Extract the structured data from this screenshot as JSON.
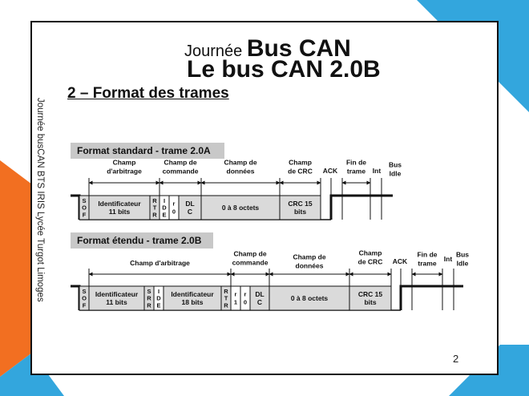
{
  "title": {
    "prefix": "Journée",
    "main": "Bus CAN",
    "subtitle": "Le bus CAN 2.0B"
  },
  "section_title": "2 – Format des trames",
  "sidebar_text": "Journée busCAN BTS IRIS Lycée Turgot Limoges",
  "page_number": "2",
  "colors": {
    "corner_blue": "#33a6dd",
    "corner_orange": "#f26f21",
    "field_fill": "#dadada",
    "label_fill": "#c8c8c8"
  },
  "diagram": {
    "standard": {
      "label": "Format standard - trame 2.0A",
      "groups": {
        "arbitrage": [
          "Champ",
          "d'arbitrage"
        ],
        "commande": [
          "Champ de",
          "commande"
        ],
        "donnees": [
          "Champ de",
          "données"
        ],
        "crc": [
          "Champ",
          "de CRC"
        ],
        "ack": [
          "ACK"
        ],
        "fin": [
          "Fin de",
          "trame"
        ],
        "int": [
          "Int"
        ],
        "idle": [
          "Bus",
          "Idle"
        ]
      },
      "fields": {
        "sof": "SOF",
        "identificateur": [
          "Identificateur",
          "11 bits"
        ],
        "rtr": "RTR",
        "ide": "IDE",
        "r0": [
          "r",
          "0"
        ],
        "dlc": [
          "DL",
          "C"
        ],
        "data": "0 à 8 octets",
        "crc": [
          "CRC 15",
          "bits"
        ]
      }
    },
    "extended": {
      "label": "Format étendu - trame 2.0B",
      "groups": {
        "arbitrage": [
          "Champ d'arbitrage"
        ],
        "commande": [
          "Champ de",
          "commande"
        ],
        "donnees": [
          "Champ de",
          "données"
        ],
        "crc": [
          "Champ",
          "de CRC"
        ],
        "ack": [
          "ACK"
        ],
        "fin": [
          "Fin de",
          "trame"
        ],
        "int": [
          "Int"
        ],
        "idle": [
          "Bus",
          "Idle"
        ]
      },
      "fields": {
        "sof": "SOF",
        "ident_base": [
          "Identificateur",
          "11 bits"
        ],
        "srr": "SRR",
        "ide": "IDE",
        "ident_ext": [
          "Identificateur",
          "18 bits"
        ],
        "rtr": "RTR",
        "r1": [
          "r",
          "1"
        ],
        "r0": [
          "r",
          "0"
        ],
        "dlc": [
          "DL",
          "C"
        ],
        "data": "0 à 8 octets",
        "crc": [
          "CRC 15",
          "bits"
        ]
      }
    }
  }
}
